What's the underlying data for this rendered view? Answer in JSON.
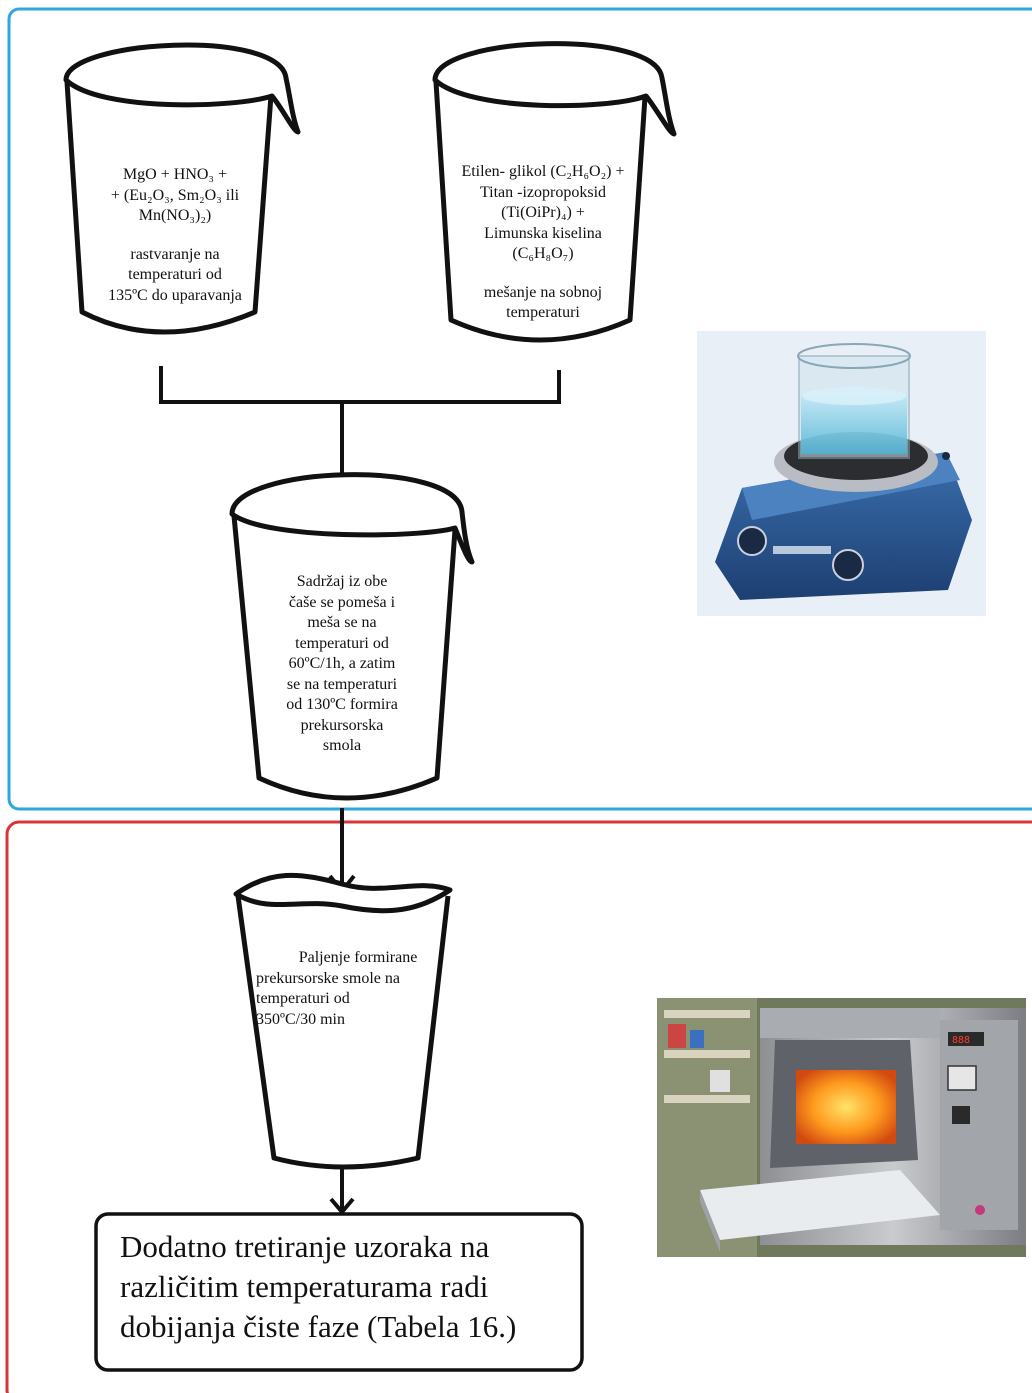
{
  "beaker1": {
    "lines": [
      "MgO + HNO₃ +",
      "+ (Eu₂O₃, Sm₂O₃ ili",
      "Mn(NO₃)₂)"
    ],
    "sub_lines": [
      "rastvaranje na",
      "temperaturi od",
      "135ºC do uparavanja"
    ]
  },
  "beaker2": {
    "lines": [
      "Etilen- glikol (C₂H₆O₂) +",
      "Titan -izopropoksid",
      "(Ti(OiPr)₄) +",
      "Limunska kiselina",
      "(C₆H₈O₇)"
    ],
    "sub_lines": [
      "mešanje na sobnoj",
      "temperaturi"
    ]
  },
  "beaker3": {
    "lines": [
      "Sadržaj iz obe",
      "čaše se pomeša i",
      "meša se na",
      "temperaturi od",
      "60ºC/1h, a zatim",
      "se na temperaturi",
      "od 130ºC formira",
      "prekursorska",
      "smola"
    ]
  },
  "crucible": {
    "lines": [
      "Paljenje formirane",
      "prekursorske smole na",
      "temperaturi od",
      "350ºC/30 min"
    ]
  },
  "final_box": {
    "lines": [
      "Dodatno tretiranje uzoraka na",
      "različitim temperaturama radi",
      "dobijanja čiste faze (Tabela 16.)"
    ]
  },
  "colors": {
    "top_frame": "#2ea6e0",
    "bottom_frame": "#d9343c",
    "stroke": "#111111"
  }
}
